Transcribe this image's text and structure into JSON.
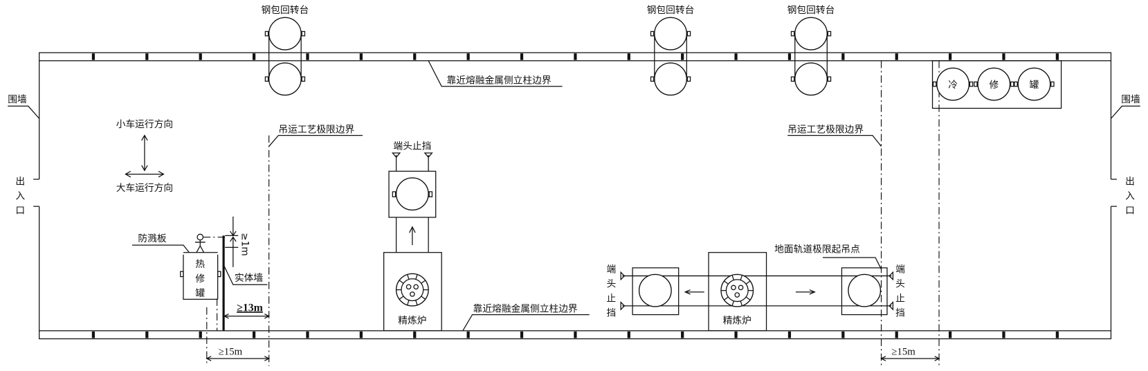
{
  "labels": {
    "ladle_turntable": "钢包回转台",
    "column_boundary": "靠近熔融金属侧立柱边界",
    "enclosure_wall": "围墙",
    "entrance": [
      "出",
      "入",
      "口"
    ],
    "trolley_direction": "小车运行方向",
    "bridge_direction": "大车运行方向",
    "lifting_limit_boundary": "吊运工艺极限边界",
    "end_stop": "端头止挡",
    "end_stop_vertical": [
      "端",
      "头",
      "止",
      "挡"
    ],
    "refining_furnace": "精炼炉",
    "splash_guard": "防溅板",
    "hot_repair_ladle": [
      "热",
      "修",
      "罐"
    ],
    "solid_wall": "实体墙",
    "cold_repair_ladle": [
      "冷",
      "修",
      "罐"
    ],
    "ground_rail_limit": "地面轨道极限起吊点",
    "height_dim": "≥1m",
    "dim_13m": "≥13m",
    "dim_15m": "≥15m"
  }
}
